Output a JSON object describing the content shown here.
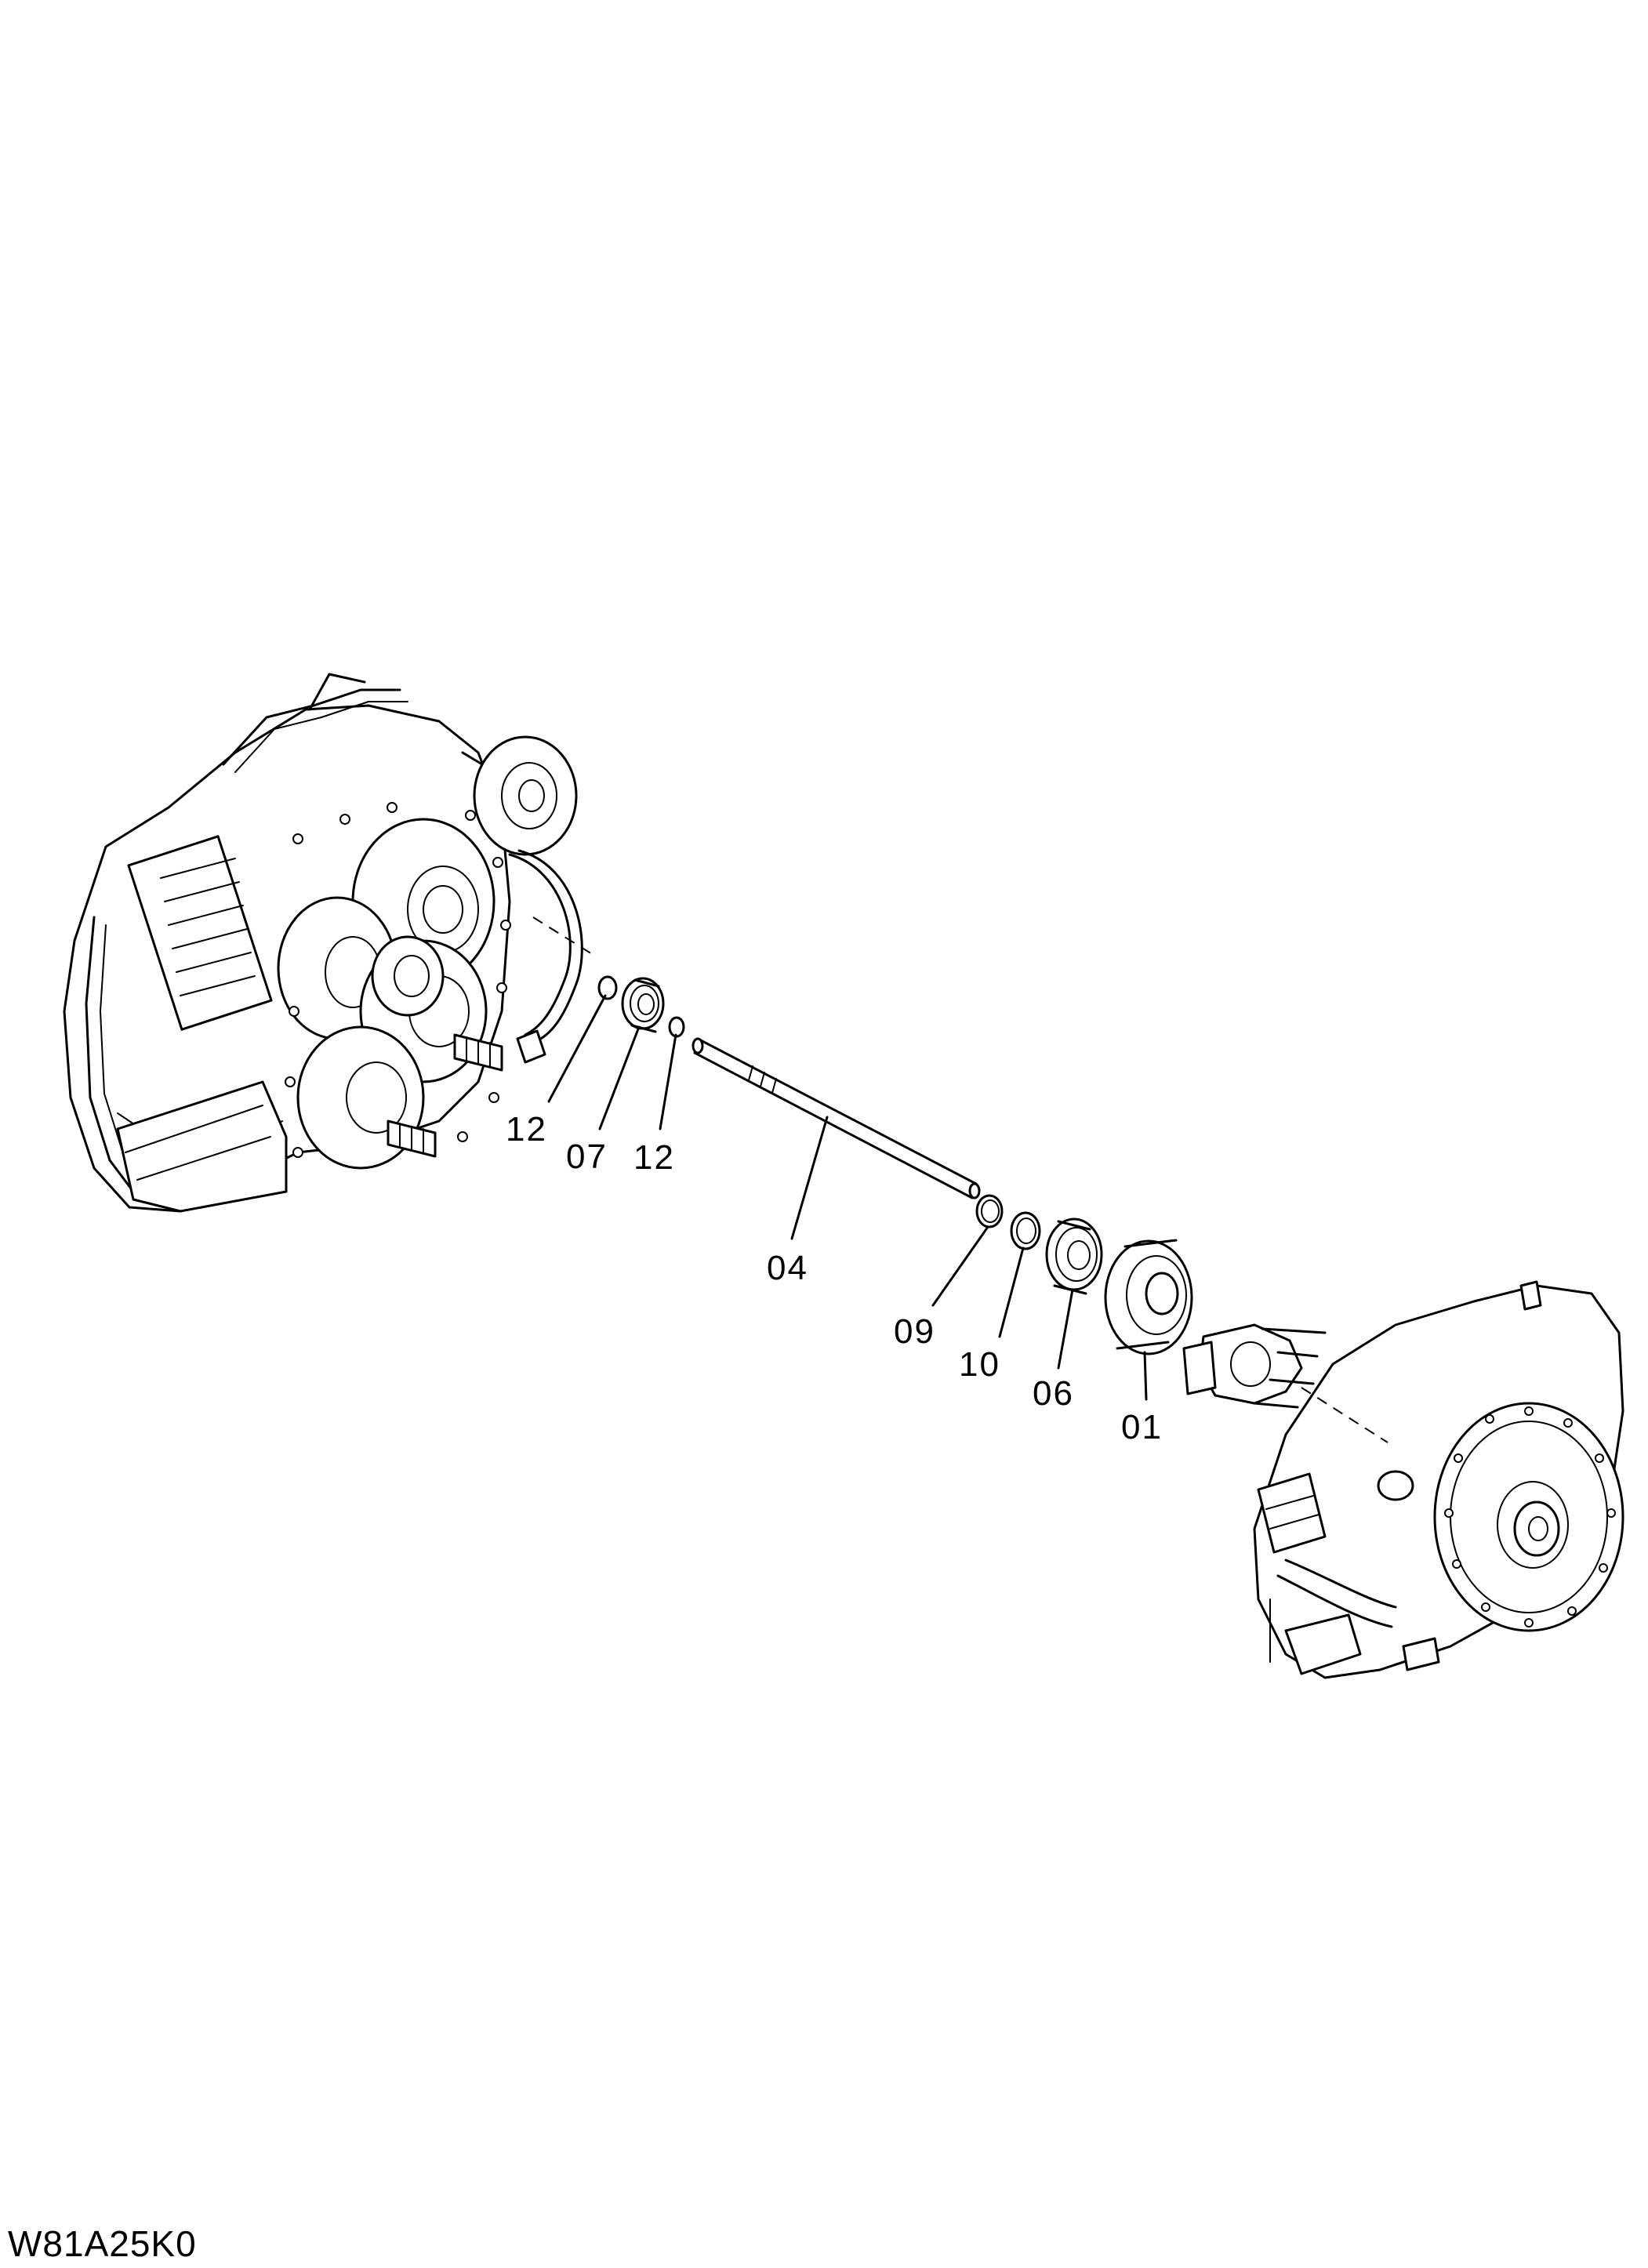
{
  "drawing_id": "W81A25K0",
  "callouts": {
    "c12_left": "12",
    "c07": "07",
    "c12_right": "12",
    "c04": "04",
    "c09": "09",
    "c10": "10",
    "c06": "06",
    "c01": "01"
  }
}
